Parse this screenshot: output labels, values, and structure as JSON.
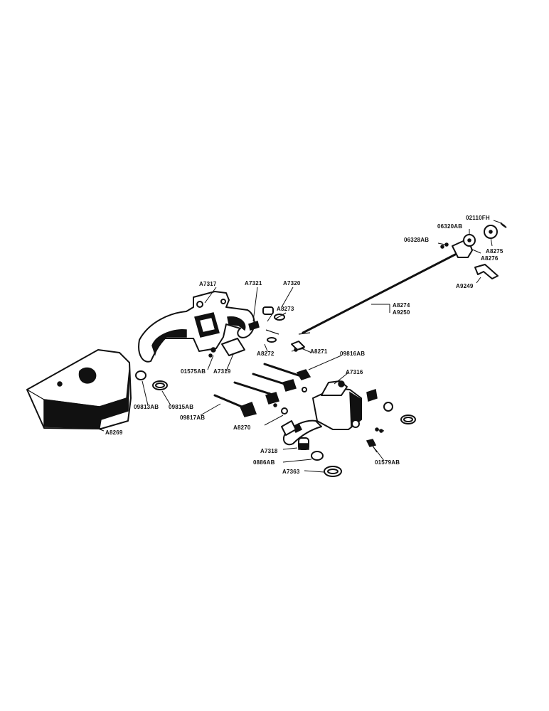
{
  "diagram": {
    "labels": {
      "p02110": "02110FH",
      "p06320": "06320AB",
      "p06328": "06328AB",
      "a8275": "A8275",
      "a8276": "A8276",
      "a9249": "A9249",
      "a7317": "A7317",
      "a7321": "A7321",
      "a7320": "A7320",
      "a8273": "A8273",
      "a8274": "A8274",
      "a9250": "A9250",
      "a8271": "A8271",
      "a8272": "A8272",
      "p09816": "09816AB",
      "p01575": "01575AB",
      "a7319": "A7319",
      "a7316": "A7316",
      "p09813": "09813AB",
      "p09815": "09815AB",
      "p09817": "09817AB",
      "a8269": "A8269",
      "a8270": "A8270",
      "a7318": "A7318",
      "p0886": "0886AB",
      "a7363": "A7363",
      "p01579": "01579AB"
    }
  }
}
